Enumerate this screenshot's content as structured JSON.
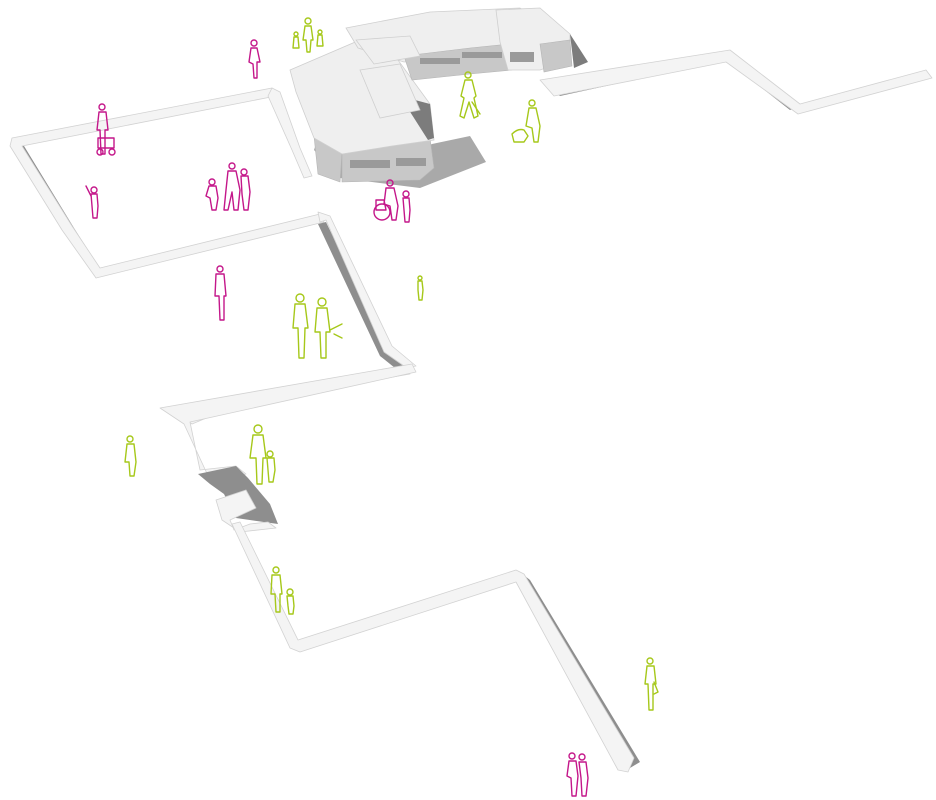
{
  "colors": {
    "background": "#ffffff",
    "people_magenta": "#c4178a",
    "people_green": "#a6c81a",
    "wall_top": "#f4f4f4",
    "wall_shadow": "#8e8e8e",
    "building": "#c8c8c8"
  },
  "people": [
    {
      "id": "p01",
      "color": "people_green",
      "kind": "adult-child"
    },
    {
      "id": "p02",
      "color": "people_magenta",
      "kind": "adult"
    },
    {
      "id": "p03",
      "color": "people_magenta",
      "kind": "adult-stroller"
    },
    {
      "id": "p04",
      "color": "people_green",
      "kind": "walker"
    },
    {
      "id": "p05",
      "color": "people_green",
      "kind": "person-dog"
    },
    {
      "id": "p06",
      "color": "people_magenta",
      "kind": "child-waving"
    },
    {
      "id": "p07",
      "color": "people_magenta",
      "kind": "family"
    },
    {
      "id": "p08",
      "color": "people_magenta",
      "kind": "wheelchair-group"
    },
    {
      "id": "p09",
      "color": "people_magenta",
      "kind": "adult"
    },
    {
      "id": "p10",
      "color": "people_green",
      "kind": "adult"
    },
    {
      "id": "p11",
      "color": "people_green",
      "kind": "couple"
    },
    {
      "id": "p12",
      "color": "people_green",
      "kind": "adult"
    },
    {
      "id": "p13",
      "color": "people_green",
      "kind": "adult-child"
    },
    {
      "id": "p14",
      "color": "people_green",
      "kind": "adult-child"
    },
    {
      "id": "p15",
      "color": "people_green",
      "kind": "adult"
    },
    {
      "id": "p16",
      "color": "people_magenta",
      "kind": "couple"
    }
  ]
}
